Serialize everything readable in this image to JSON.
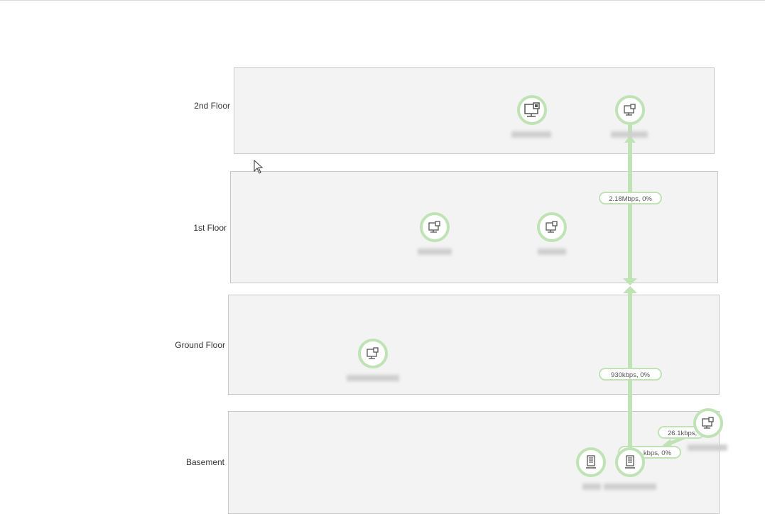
{
  "floors": [
    {
      "label": "2nd Floor"
    },
    {
      "label": "1st Floor"
    },
    {
      "label": "Ground Floor"
    },
    {
      "label": "Basement"
    }
  ],
  "links": {
    "upper": "2.18Mbps,  0%",
    "lower": "930kbps,  0%",
    "side": "26.1kbps,",
    "bottom": "kbps,  0%"
  },
  "nodes": [
    {
      "name": "workstation",
      "icon": "desktop-icon"
    },
    {
      "name": "workstation",
      "icon": "desktop-icon"
    },
    {
      "name": "desktop",
      "icon": "desktop-icon"
    },
    {
      "name": "desktop",
      "icon": "desktop-icon"
    },
    {
      "name": "workstation",
      "icon": "desktop-icon"
    },
    {
      "name": "server",
      "icon": "server-icon"
    },
    {
      "name": "server",
      "icon": "server-icon"
    },
    {
      "name": "workstation",
      "icon": "desktop-icon"
    }
  ],
  "colors": {
    "link": "#bfe3b4",
    "floor_bg": "#f3f3f3",
    "floor_border": "#c8c8c8"
  }
}
